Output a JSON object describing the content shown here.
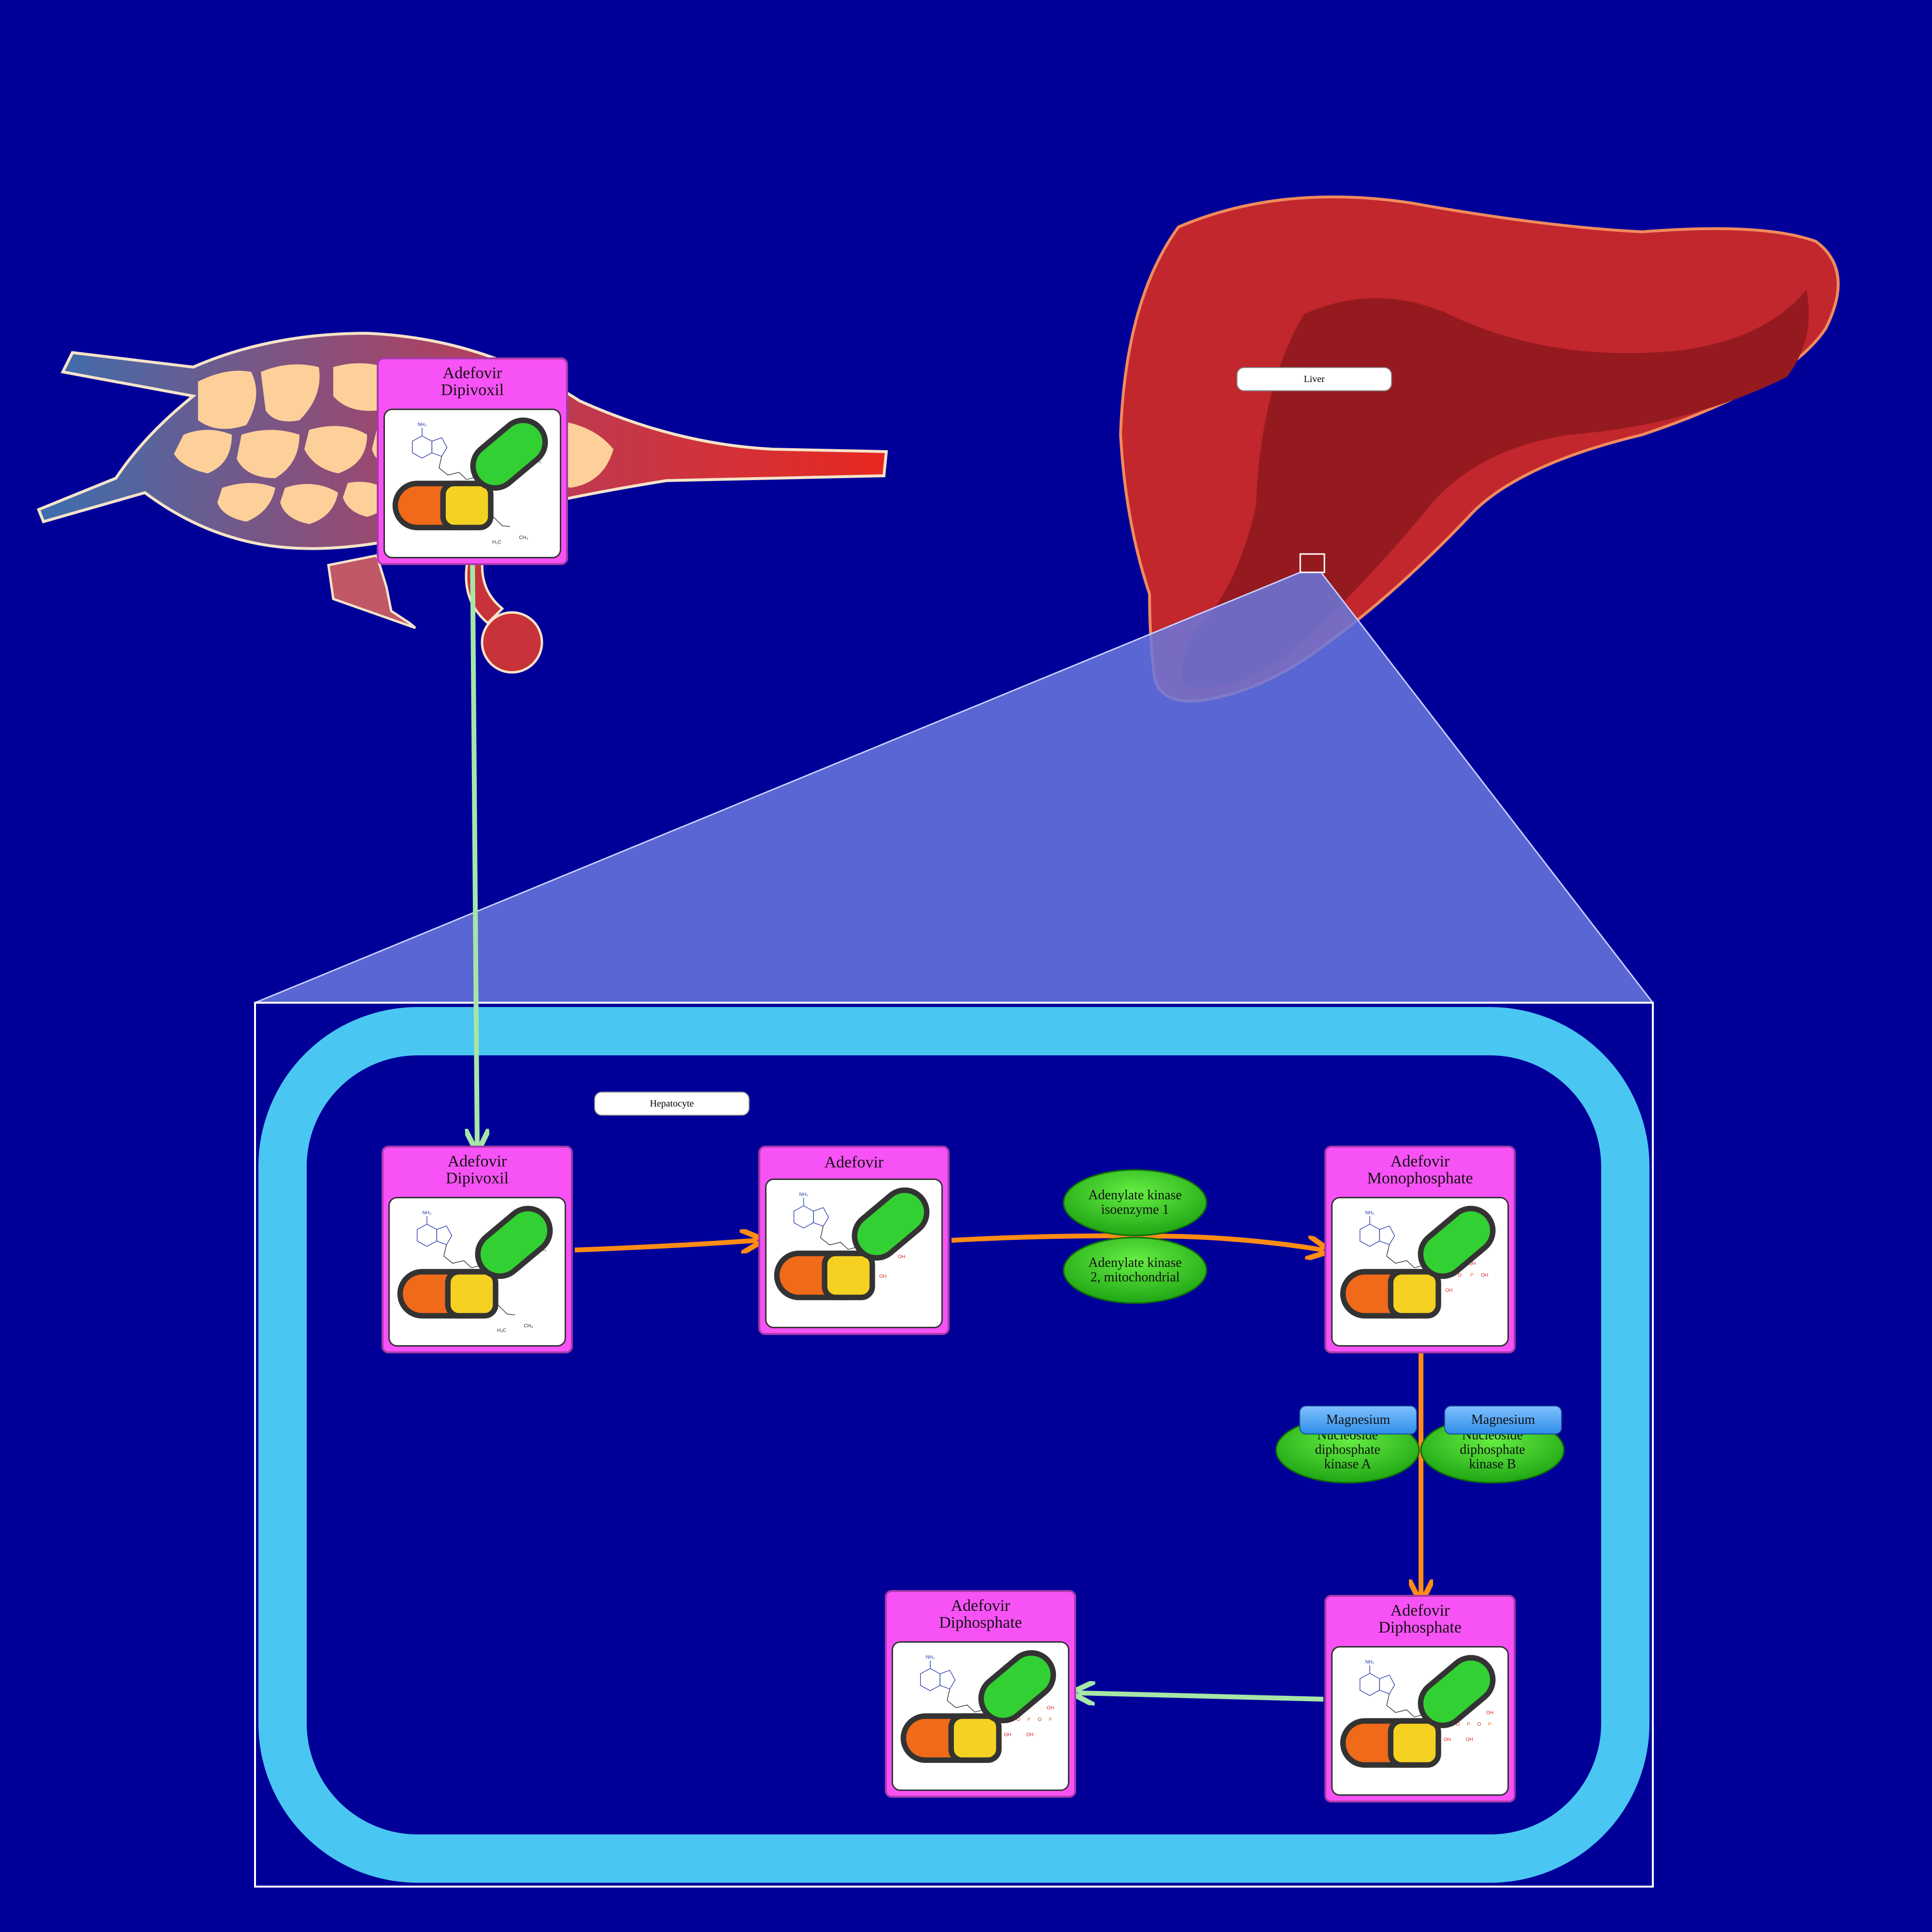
{
  "colors": {
    "background": "#000099",
    "membrane": "#4ac6f2",
    "compound_header": "#f752f5",
    "enzyme": "#33cc22",
    "cofactor": "#3a9af0",
    "metabolic_arrow": "#ff8c14",
    "transport_arrow": "#a6e6a6",
    "liver": "#c1272d",
    "zoom_fan": "#6a78dd"
  },
  "labels": {
    "liver": "Liver",
    "hepatocyte": "Hepatocyte"
  },
  "compounds": [
    {
      "id": "c0",
      "name": "Adefovir\nDipivoxil",
      "structure": "dipivoxil"
    },
    {
      "id": "c1",
      "name": "Adefovir\nDipivoxil",
      "structure": "dipivoxil"
    },
    {
      "id": "c2",
      "name": "Adefovir",
      "structure": "adefovir"
    },
    {
      "id": "c3",
      "name": "Adefovir\nMonophosphate",
      "structure": "mono"
    },
    {
      "id": "c4",
      "name": "Adefovir\nDiphosphate",
      "structure": "di"
    },
    {
      "id": "c5",
      "name": "Adefovir\nDiphosphate",
      "structure": "di"
    }
  ],
  "enzymes": [
    {
      "id": "e0",
      "name": "Adenylate kinase\nisoenzyme 1"
    },
    {
      "id": "e1",
      "name": "Adenylate kinase\n2, mitochondrial"
    },
    {
      "id": "e2",
      "name": "Nucleoside\ndiphosphate\nkinase A"
    },
    {
      "id": "e3",
      "name": "Nucleoside\ndiphosphate\nkinase B"
    }
  ],
  "cofactors": [
    {
      "id": "m0",
      "name": "Magnesium"
    },
    {
      "id": "m1",
      "name": "Magnesium"
    }
  ],
  "structure_text": {
    "amine": "NH₂",
    "oh": "OH",
    "o": "O",
    "p": "P",
    "ch3": "CH₃",
    "h3c": "H₃C"
  }
}
